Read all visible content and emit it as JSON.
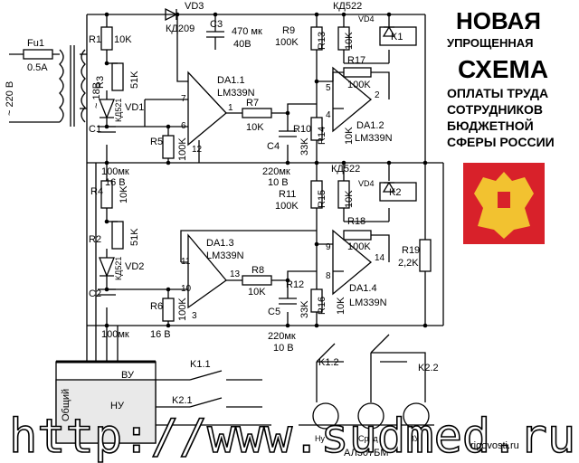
{
  "title": {
    "line1": "НОВАЯ",
    "line2": "УПРОЩЕННАЯ",
    "line3": "СХЕМА",
    "line4": "ОПЛАТЫ ТРУДА",
    "line5": "СОТРУДНИКОВ",
    "line6": "БЮДЖЕТНОЙ",
    "line7": "СФЕРЫ РОССИИ"
  },
  "emblem": {
    "bg_color": "#d8212a",
    "fg_color": "#f2c230"
  },
  "power": {
    "fuse": "Fu1",
    "fuse_rating": "0.5A",
    "mains": "~ 220 В",
    "secondary": "~ 18В"
  },
  "top": {
    "r1": "R1",
    "r1v": "10K",
    "r3": "R3",
    "r3v": "51K",
    "vd1": "VD1",
    "vd1t": "КД521",
    "c1": "C1",
    "c1v": "100мк",
    "c1v2": "16 В",
    "r5": "R5",
    "r5v": "100K",
    "vd3": "VD3",
    "vd3t": "КД209",
    "c3": "C3",
    "c3v": "470 мк",
    "c3v2": "40В",
    "da11": "DA1.1",
    "da11t": "LM339N",
    "r7": "R7",
    "r7v": "10K",
    "r10": "R10",
    "c4": "C4",
    "c4v": "220мк",
    "c4v2": "10 В",
    "r9": "R9",
    "r9v": "100K",
    "r13": "R13",
    "r13v": "10K",
    "r14": "R14",
    "r14v": "10K",
    "r17": "R17",
    "r17v": "100K",
    "r10v": "33K",
    "vd4t": "КД522",
    "vd4": "VD4",
    "k1": "K1",
    "da12": "DA1.2",
    "da12t": "LM339N"
  },
  "bottom": {
    "r4": "R4",
    "r4v": "10K",
    "r2": "R2",
    "r2v": "51K",
    "vd2": "VD2",
    "vd2t": "КД521",
    "c2": "C2",
    "c2v": "100мк",
    "c2v2": "16 В",
    "r6": "R6",
    "r6v": "100K",
    "da13": "DA1.3",
    "da13t": "LM339N",
    "r8": "R8",
    "r8v": "10K",
    "r12": "R12",
    "r12v": "33K",
    "c5": "C5",
    "c5v": "220мк",
    "c5v2": "10 В",
    "r11": "R11",
    "r11v": "100K",
    "r15": "R15",
    "r15v": "10K",
    "r16": "R16",
    "r16v": "10K",
    "r18": "R18",
    "r18v": "100K",
    "vd4t": "КД522",
    "vd4": "VD4",
    "k2": "K2",
    "da14": "DA1.4",
    "da14t": "LM339N",
    "r19": "R19",
    "r19v": "2,2K"
  },
  "tank": {
    "vu": "ВУ",
    "nu": "НУ",
    "common": "Общий"
  },
  "relays": {
    "k11": "K1.1",
    "k21": "K2.1",
    "k12": "K1.2",
    "k22": "K2.2",
    "led_u": "Ну",
    "led_s": "Сред",
    "led_v": "ВУ",
    "led_part": "АЛ307БМ"
  },
  "pins": {
    "p7": "7",
    "p6": "6",
    "p12": "12",
    "p1": "1",
    "p5": "5",
    "p4": "4",
    "p2": "2",
    "p11": "11",
    "p10": "10",
    "p13": "13",
    "p9": "9",
    "p8": "8",
    "p14": "14",
    "p3": "3"
  },
  "watermark": {
    "url": "http://www.sudmed.ru",
    "site": "rigovosti.ru"
  }
}
